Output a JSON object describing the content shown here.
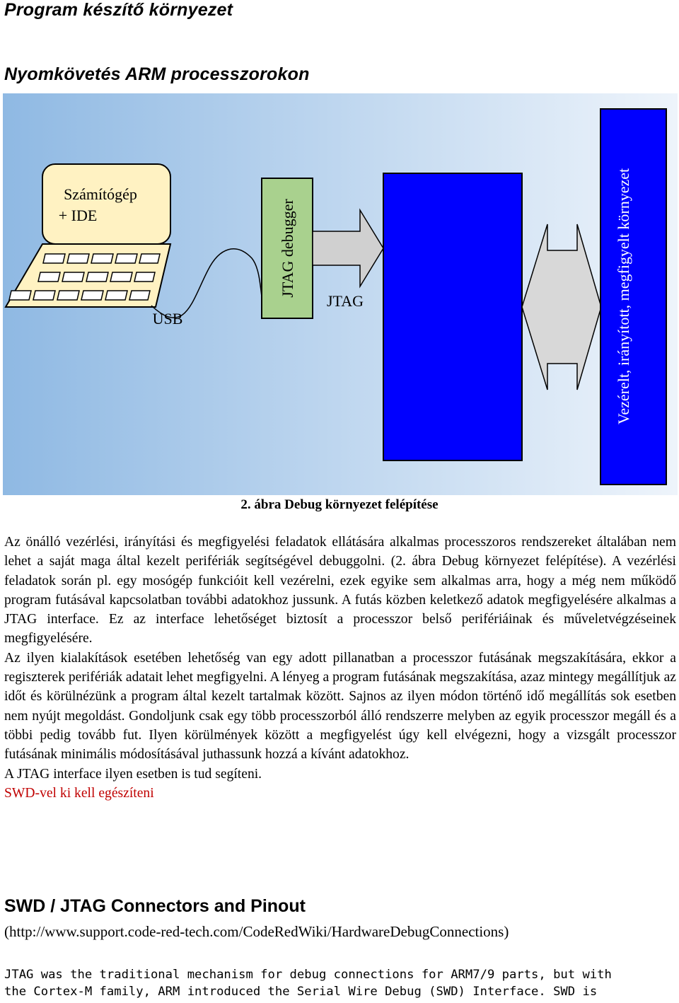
{
  "header": {
    "title": "Program készítő környezet",
    "subtitle": "Nyomkövetés ARM processzorokon"
  },
  "figure": {
    "computer_line1": "Számítógép",
    "computer_line2": "+ IDE",
    "usb_label": "USB",
    "debugger_label": "JTAG debugger",
    "jtag_label": "JTAG",
    "target_label": "Vezérelt, irányított, megfigyelt környezet",
    "colors": {
      "gradient_left": "#8fb9e3",
      "gradient_right": "#eef4fb",
      "debugger_green": "#a9d18e",
      "processor_blue": "#0000ff",
      "computer_fill": "#fff2c2",
      "arrow_gray": "#d0d0d0"
    },
    "caption": "2. ábra Debug környezet felépítése"
  },
  "body": {
    "para1": "Az önálló vezérlési, irányítási és megfigyelési feladatok ellátására alkalmas processzoros rendszereket általában nem lehet a saját maga által kezelt perifériák segítségével debuggolni. (2. ábra Debug környezet felépítése). A vezérlési feladatok során pl. egy mosógép funkcióit kell vezérelni, ezek egyike sem alkalmas arra, hogy a még nem működő program futásával kapcsolatban további adatokhoz jussunk. A futás közben keletkező adatok megfigyelésére alkalmas a JTAG interface. Ez az interface lehetőséget biztosít a processzor belső perifériáinak és műveletvégzéseinek megfigyelésére.",
    "para2": "Az ilyen kialakítások esetében lehetőség van egy adott pillanatban a processzor futásának megszakítására, ekkor a regiszterek perifériák adatait lehet megfigyelni. A lényeg a program futásának megszakítása, azaz mintegy megállítjuk az időt és körülnézünk a program által kezelt tartalmak között. Sajnos az ilyen módon történő idő megállítás sok esetben nem nyújt megoldást. Gondoljunk csak egy több processzorból álló rendszerre melyben az egyik processzor megáll és a többi pedig tovább fut. Ilyen körülmények között a megfigyelést úgy kell elvégezni, hogy a vizsgált processzor futásának minimális módosításával juthassunk hozzá a kívánt adatokhoz.",
    "para3": "A JTAG interface ilyen esetben is tud segíteni.",
    "red_note": "SWD-vel ki kell egészíteni"
  },
  "section": {
    "heading": "SWD / JTAG Connectors and Pinout",
    "url": "(http://www.support.code-red-tech.com/CodeRedWiki/HardwareDebugConnections)",
    "mono_line1": "JTAG was the traditional mechanism for debug connections for ARM7/9 parts, but with",
    "mono_line2": "the Cortex-M family, ARM introduced the Serial Wire Debug (SWD) Interface. SWD is"
  }
}
